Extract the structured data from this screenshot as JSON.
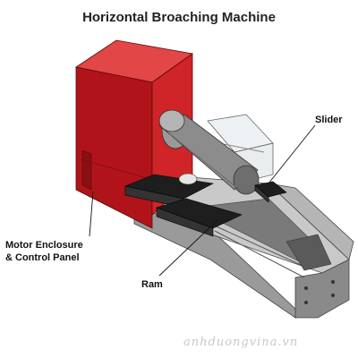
{
  "title": "Horizontal Broaching Machine",
  "labels": {
    "slider": "Slider",
    "motor_line1": "Motor Enclosure",
    "motor_line2": "& Control Panel",
    "ram": "Ram"
  },
  "watermark": "anhduongvina.vn",
  "colors": {
    "enclosure_front": "#b0141a",
    "enclosure_side": "#d42a2a",
    "enclosure_top": "#e24646",
    "bed_gray": "#9a9a9a",
    "bed_light": "#c4c4c4",
    "ram_dark": "#1e1e1e",
    "cylinder": "#8c8c8c"
  }
}
